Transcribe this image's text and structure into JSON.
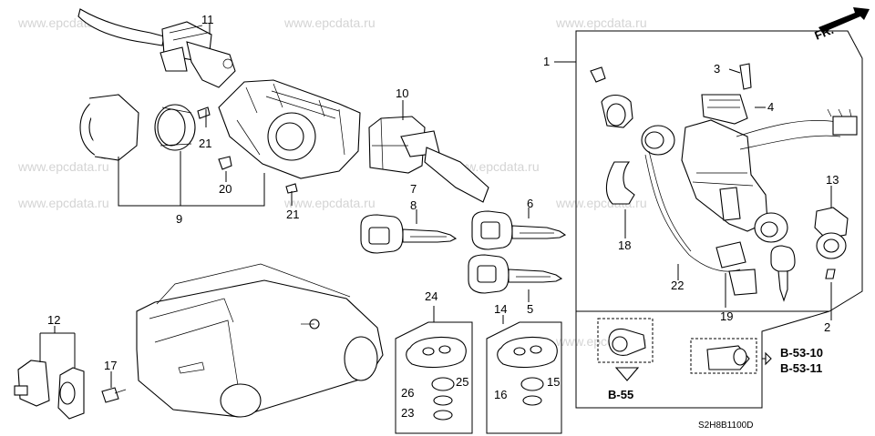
{
  "watermarks": [
    "www.epcdata.ru"
  ],
  "orientation_label": "FR.",
  "diagram_code": "S2H8B1100D",
  "refs": [
    "B-53-10",
    "B-53-11",
    "B-55"
  ],
  "callouts": {
    "c1": "1",
    "c2": "2",
    "c3": "3",
    "c4": "4",
    "c5": "5",
    "c6": "6",
    "c7": "7",
    "c8": "8",
    "c9": "9",
    "c10": "10",
    "c11": "11",
    "c12": "12",
    "c13": "13",
    "c14": "14",
    "c15": "15",
    "c16": "16",
    "c17": "17",
    "c18": "18",
    "c19": "19",
    "c20": "20",
    "c21a": "21",
    "c21b": "21",
    "c22": "22",
    "c23": "23",
    "c24": "24",
    "c25": "25",
    "c26": "26"
  }
}
